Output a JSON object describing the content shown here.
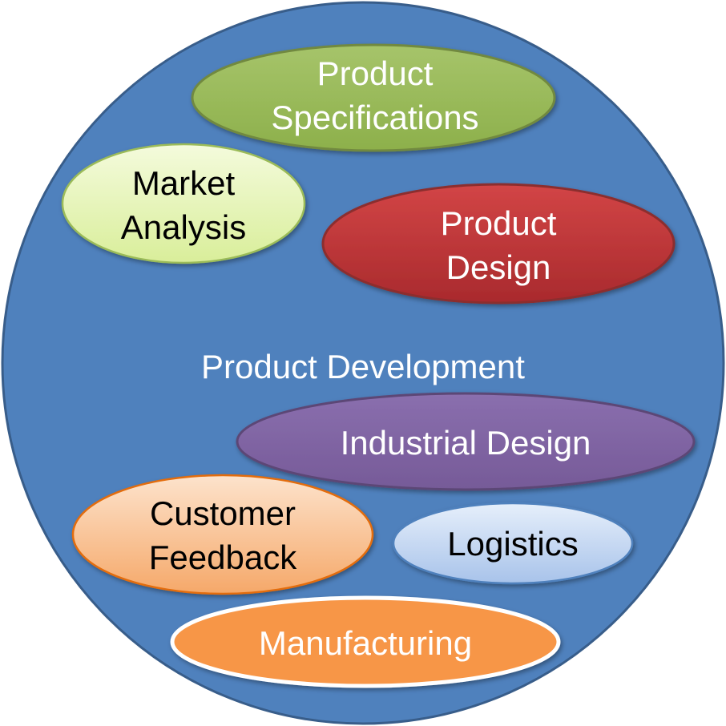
{
  "diagram": {
    "center_label": "Product Development",
    "nodes": [
      {
        "id": "product-specifications",
        "lines": [
          "Product",
          "Specifications"
        ],
        "color": "#9BBB59"
      },
      {
        "id": "market-analysis",
        "lines": [
          "Market",
          "Analysis"
        ],
        "color": "#EBF7C4"
      },
      {
        "id": "product-design",
        "lines": [
          "Product",
          "Design"
        ],
        "color": "#C0393B"
      },
      {
        "id": "industrial-design",
        "lines": [
          "Industrial Design"
        ],
        "color": "#8064A2"
      },
      {
        "id": "customer-feedback",
        "lines": [
          "Customer",
          "Feedback"
        ],
        "color": "#FAC08F"
      },
      {
        "id": "logistics",
        "lines": [
          "Logistics"
        ],
        "color": "#C6D9F1"
      },
      {
        "id": "manufacturing",
        "lines": [
          "Manufacturing"
        ],
        "color": "#F79646"
      }
    ],
    "colors": {
      "circle_fill": "#4F81BD",
      "circle_stroke": "#385D8A"
    }
  }
}
